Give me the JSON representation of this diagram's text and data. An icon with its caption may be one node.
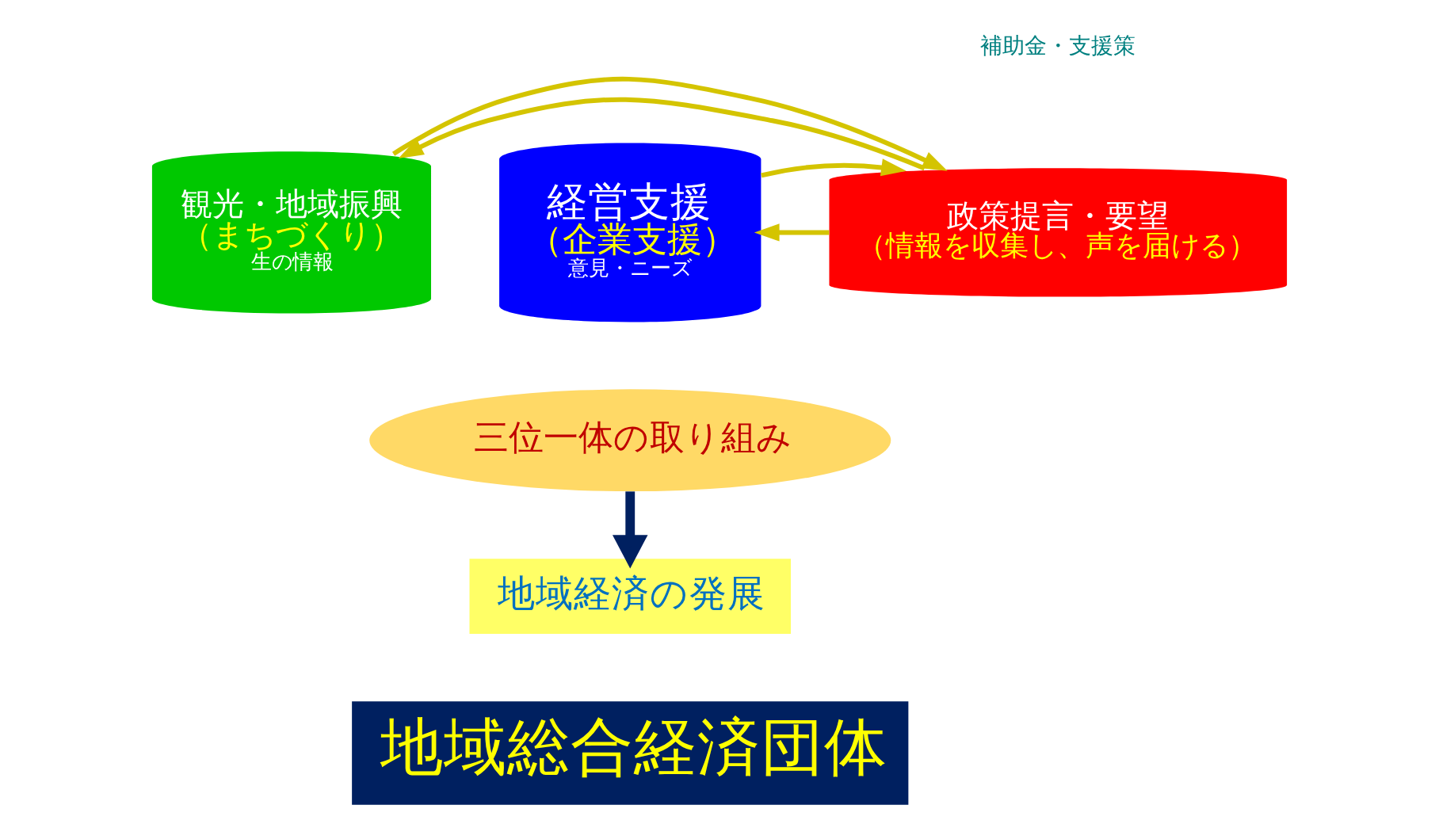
{
  "diagram": {
    "nodes": [
      {
        "text": [
          "観光・地域振興",
          "（まちづくり）",
          "生の情報"
        ]
      },
      {
        "text": [
          "経営支援",
          "（企業支援）",
          "意見・ニーズ"
        ]
      },
      {
        "text": [
          "政策提言・要望",
          "（情報を収集し、声を届ける）"
        ]
      },
      {
        "text": [
          "三位一体の取り組み"
        ]
      },
      {
        "text": [
          "地域経済の発展"
        ]
      },
      {
        "text": [
          "地域総合経済団体"
        ]
      }
    ],
    "edges": [
      {
        "from": 2,
        "to": 0,
        "arrow": "to"
      },
      {
        "from": 2,
        "to": 1,
        "arrow": "to"
      },
      {
        "from": 0,
        "to": 2,
        "arrow": "to"
      },
      {
        "from": 1,
        "to": 2,
        "arrow": "to"
      },
      {
        "from": 3,
        "to": 4,
        "arrow": "to",
        "style": "thick",
        "color": "#002060"
      }
    ],
    "labels": [
      "補助金・支援策"
    ]
  }
}
